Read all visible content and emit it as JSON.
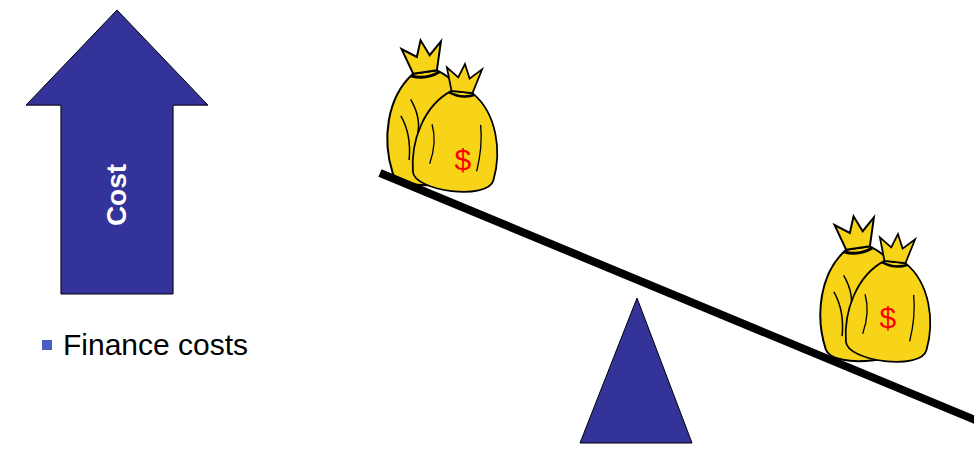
{
  "diagram": {
    "nodes": [
      {
        "text": [
          "Cost"
        ]
      }
    ],
    "labels": [
      "$",
      "$",
      "Finance costs"
    ]
  }
}
